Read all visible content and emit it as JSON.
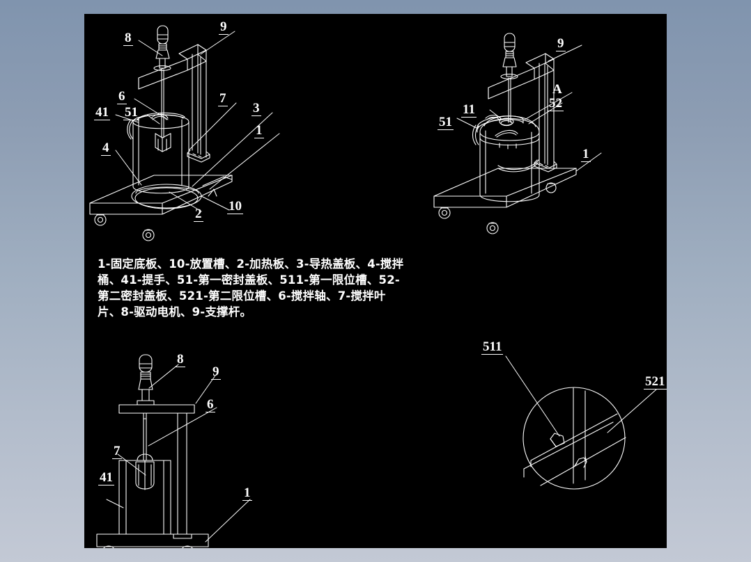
{
  "drawing": {
    "background_color": "#000000",
    "line_color": "#ffffff",
    "page_gradient_top": "#8094ae",
    "page_gradient_bottom": "#c3c9d5",
    "legend_text": "1-固定底板、10-放置槽、2-加热板、3-导热盖板、4-搅拌桶、41-提手、51-第一密封盖板、511-第一限位槽、52-第二密封盖板、521-第二限位槽、6-搅拌轴、7-搅拌叶片、8-驱动电机、9-支撑杆。",
    "parts": [
      {
        "number": "1",
        "name": "固定底板"
      },
      {
        "number": "10",
        "name": "放置槽"
      },
      {
        "number": "2",
        "name": "加热板"
      },
      {
        "number": "3",
        "name": "导热盖板"
      },
      {
        "number": "4",
        "name": "搅拌桶"
      },
      {
        "number": "41",
        "name": "提手"
      },
      {
        "number": "51",
        "name": "第一密封盖板"
      },
      {
        "number": "511",
        "name": "第一限位槽"
      },
      {
        "number": "52",
        "name": "第二密封盖板"
      },
      {
        "number": "521",
        "name": "第二限位槽"
      },
      {
        "number": "6",
        "name": "搅拌轴"
      },
      {
        "number": "7",
        "name": "搅拌叶片"
      },
      {
        "number": "8",
        "name": "驱动电机"
      },
      {
        "number": "9",
        "name": "支撑杆"
      }
    ],
    "views": [
      {
        "id": "view-isometric-open",
        "callouts": [
          {
            "key": "v1_8",
            "text": "8"
          },
          {
            "key": "v1_9",
            "text": "9"
          },
          {
            "key": "v1_6",
            "text": "6"
          },
          {
            "key": "v1_7",
            "text": "7"
          },
          {
            "key": "v1_41",
            "text": "41"
          },
          {
            "key": "v1_51",
            "text": "51"
          },
          {
            "key": "v1_4",
            "text": "4"
          },
          {
            "key": "v1_3",
            "text": "3"
          },
          {
            "key": "v1_1",
            "text": "1"
          },
          {
            "key": "v1_10",
            "text": "10"
          },
          {
            "key": "v1_2",
            "text": "2"
          }
        ]
      },
      {
        "id": "view-isometric-closed",
        "callouts": [
          {
            "key": "v2_9",
            "text": "9"
          },
          {
            "key": "v2_A",
            "text": "A"
          },
          {
            "key": "v2_52",
            "text": "52"
          },
          {
            "key": "v2_11",
            "text": "11"
          },
          {
            "key": "v2_51",
            "text": "51"
          },
          {
            "key": "v2_1",
            "text": "1"
          }
        ]
      },
      {
        "id": "view-front-elevation",
        "callouts": [
          {
            "key": "v3_8",
            "text": "8"
          },
          {
            "key": "v3_9",
            "text": "9"
          },
          {
            "key": "v3_6",
            "text": "6"
          },
          {
            "key": "v3_7",
            "text": "7"
          },
          {
            "key": "v3_41",
            "text": "41"
          },
          {
            "key": "v3_1",
            "text": "1"
          }
        ]
      },
      {
        "id": "view-detail-a",
        "callouts": [
          {
            "key": "v4_511",
            "text": "511"
          },
          {
            "key": "v4_521",
            "text": "521"
          }
        ]
      }
    ]
  },
  "labels": {
    "v1_8": "8",
    "v1_9": "9",
    "v1_6": "6",
    "v1_7": "7",
    "v1_41": "41",
    "v1_51": "51",
    "v1_4": "4",
    "v1_3": "3",
    "v1_1": "1",
    "v1_10": "10",
    "v1_2": "2",
    "v2_9": "9",
    "v2_A": "A",
    "v2_52": "52",
    "v2_11": "11",
    "v2_51": "51",
    "v2_1": "1",
    "v3_8": "8",
    "v3_9": "9",
    "v3_6": "6",
    "v3_7": "7",
    "v3_41": "41",
    "v3_1": "1",
    "v4_511": "511",
    "v4_521": "521"
  }
}
